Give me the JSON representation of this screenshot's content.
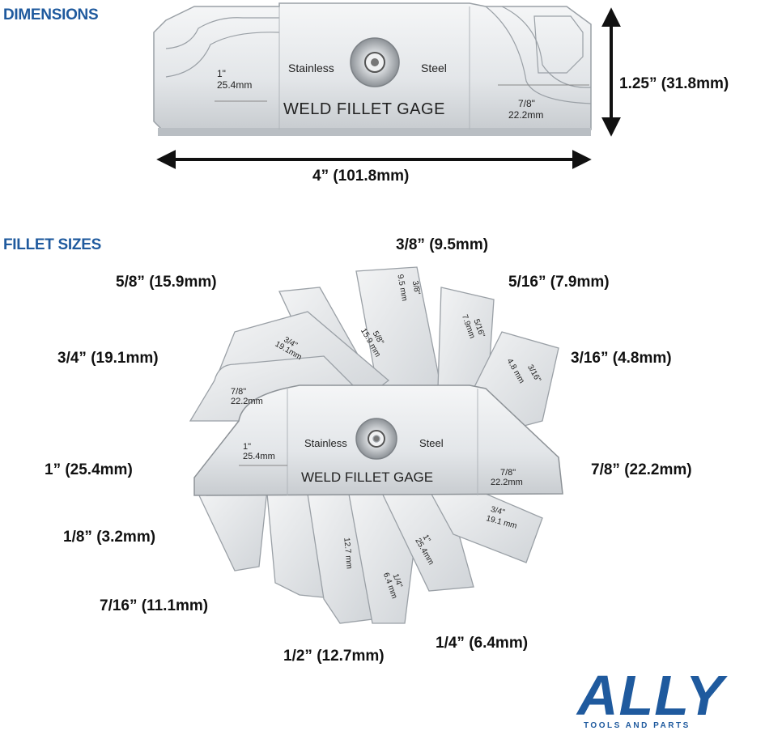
{
  "sections": {
    "dimensions_title": "DIMENSIONS",
    "fillet_sizes_title": "FILLET SIZES"
  },
  "dimensions": {
    "height": "1.25” (31.8mm)",
    "width": "4” (101.8mm)"
  },
  "gauge": {
    "left_text": "Stainless",
    "right_text": "Steel",
    "title": "WELD FILLET GAGE",
    "left_size_imperial": "1\"",
    "left_size_metric": "25.4mm",
    "right_size_imperial": "7/8\"",
    "right_size_metric": "22.2mm"
  },
  "fillet_sizes": [
    "3/8” (9.5mm)",
    "5/8” (15.9mm)",
    "5/16” (7.9mm)",
    "3/4” (19.1mm)",
    "3/16” (4.8mm)",
    "1” (25.4mm)",
    "7/8” (22.2mm)",
    "1/8” (3.2mm)",
    "7/16” (11.1mm)",
    "1/4” (6.4mm)",
    "1/2” (12.7mm)"
  ],
  "blade_labels": {
    "b_3_8": "3/8\"",
    "b_9_5": "9.5 mm",
    "b_5_16": "5/16\"",
    "b_7_9": "7.9mm",
    "b_3_16": "3/16\"",
    "b_4_8": "4.8 mm",
    "b_5_8": "5/8\"",
    "b_15_9": "15.9 mm",
    "b_3_4": "3/4\"",
    "b_19_1": "19.1mm",
    "b_7_8": "7/8\"",
    "b_22_2": "22.2mm",
    "b_12_7": "12.7 mm",
    "b_1_4": "1/4\"",
    "b_6_4": "6.4 mm",
    "b_1_in": "1\"",
    "b_25_4": "25.4mm",
    "b_3_4b": "3/4\"",
    "b_19_1b": "19.1 mm"
  },
  "brand": {
    "name": "ALLY",
    "tagline": "TOOLS AND PARTS"
  },
  "colors": {
    "accent": "#1f5a9e",
    "steel_light": "#eef0f2",
    "steel_dark": "#9aa0a6"
  }
}
